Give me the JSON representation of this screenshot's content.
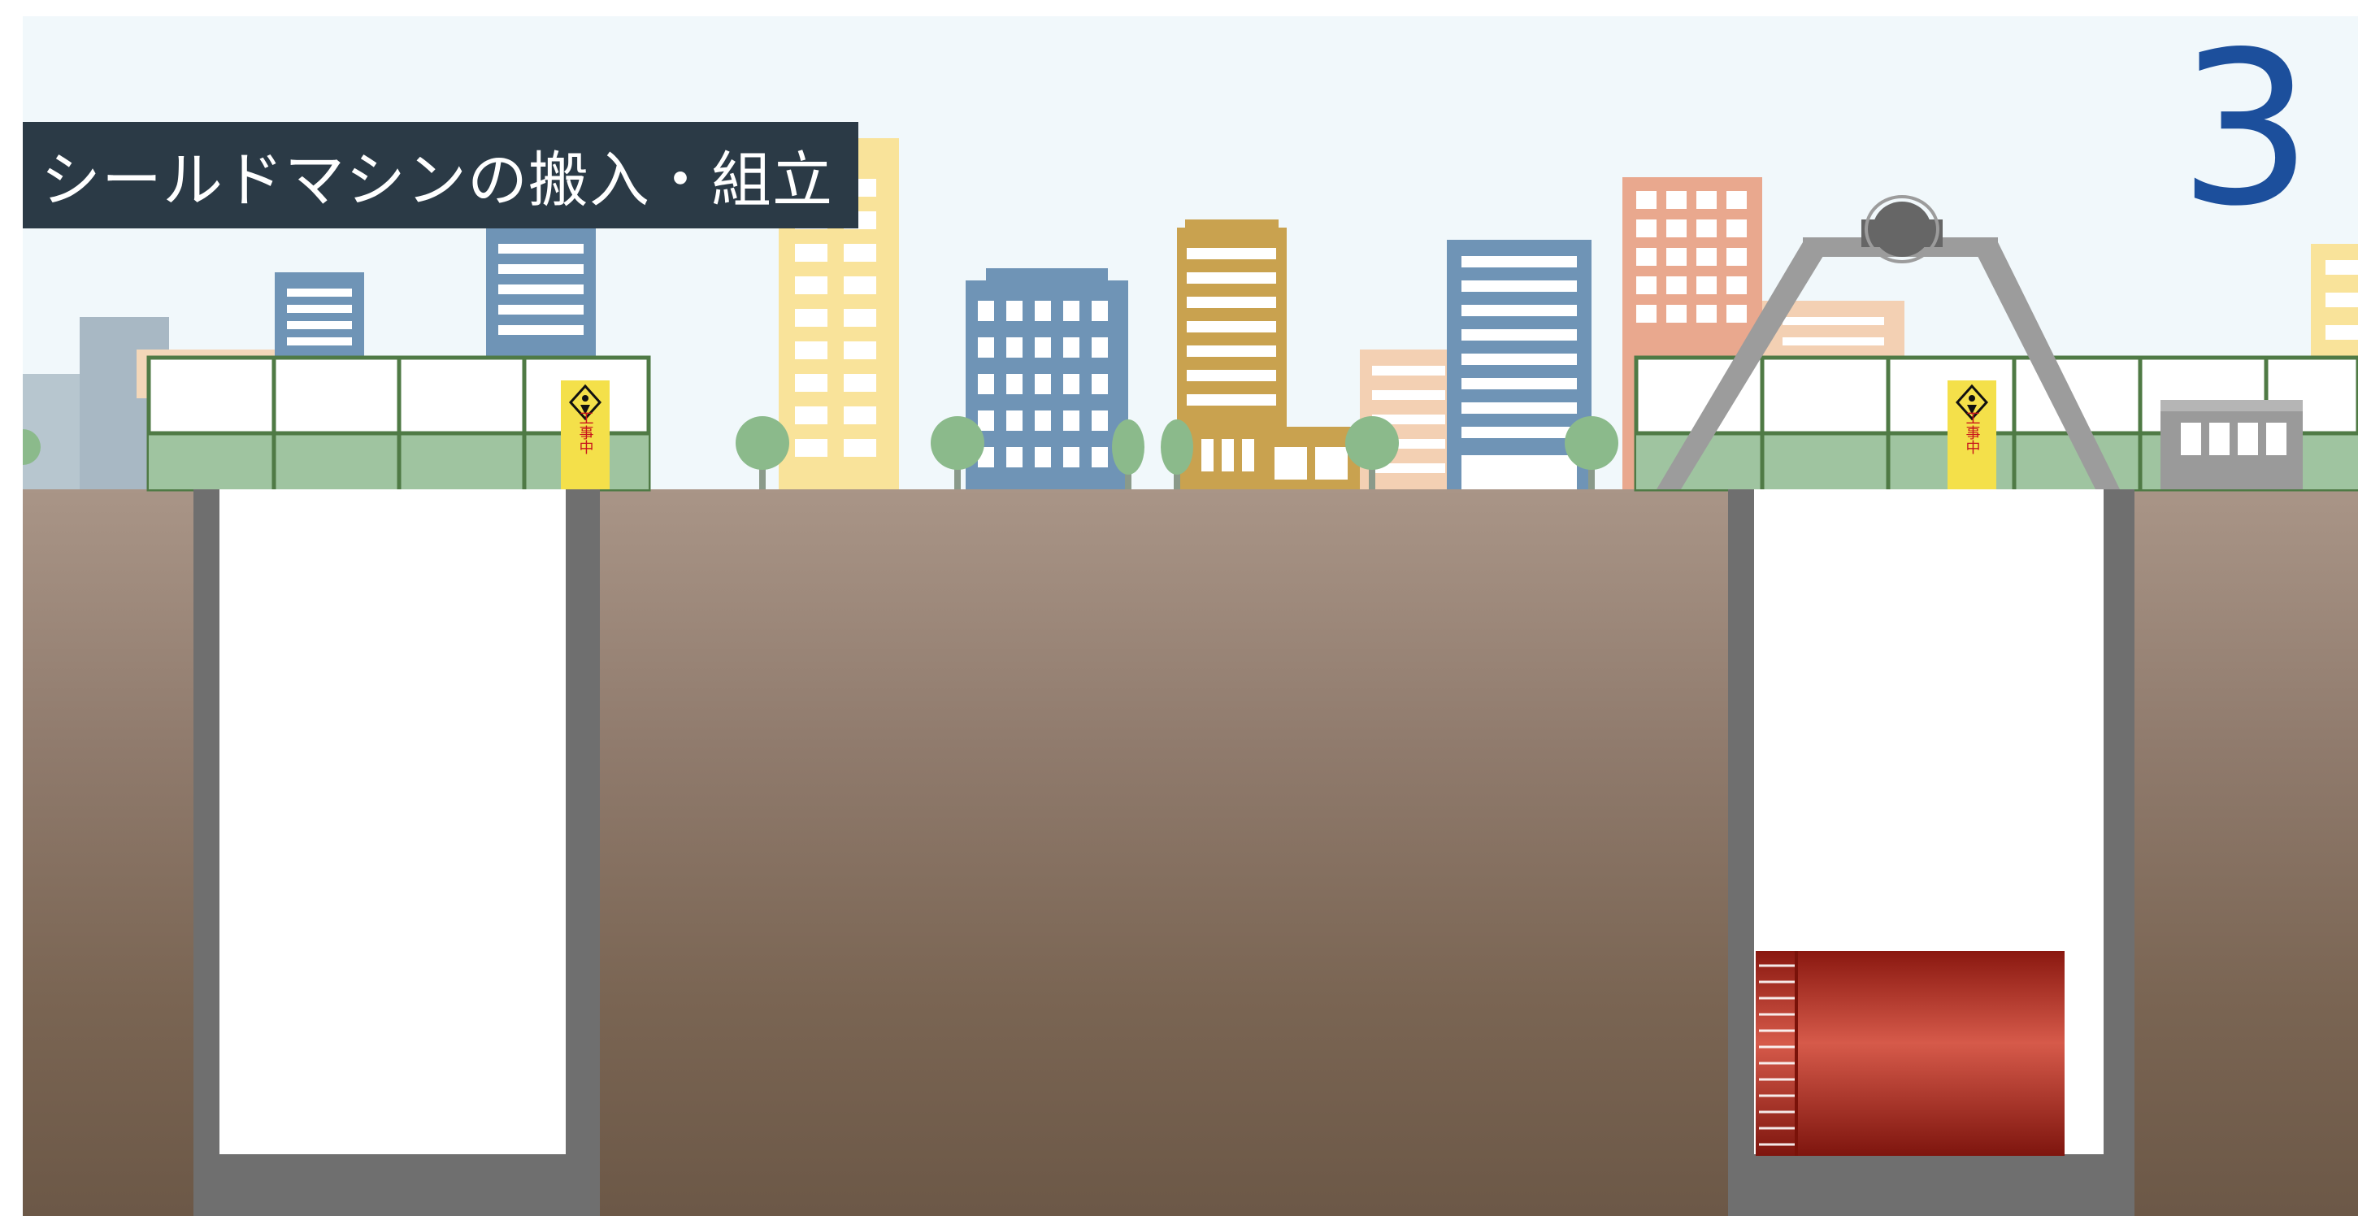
{
  "title": "シールドマシンの搬入・組立",
  "step_number": "3",
  "sign_text": "工事中",
  "colors": {
    "sky": "#f1f8fb",
    "ground_top": "#a99587",
    "ground_bottom": "#6c5847",
    "shaft_wall": "#6f6f6f",
    "title_bg": "#2b3a46",
    "step_number": "#1c4f9c",
    "shield_machine": "#b9342a",
    "fence_green": "#4f7a45",
    "sign_yellow": "#f4e04a"
  },
  "icons": {
    "construction_sign": "worker-warning-icon",
    "gantry_crane": "crane-icon"
  }
}
